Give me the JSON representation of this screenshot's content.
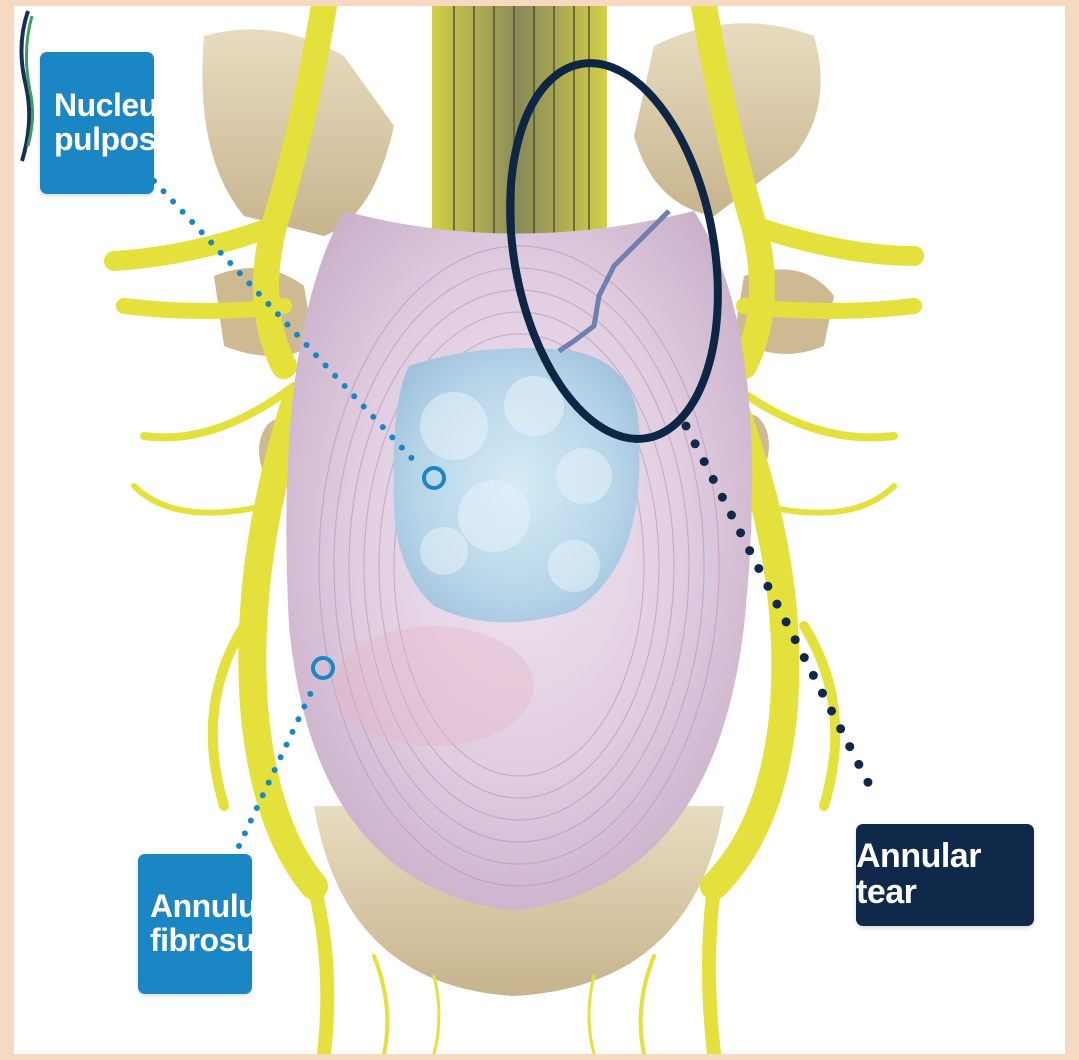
{
  "labels": {
    "nucleus": {
      "line1": "Nucleus",
      "line2": "pulposus"
    },
    "annulus": {
      "line1": "Annulus",
      "line2": "fibrosus"
    },
    "tear": {
      "text": "Annular tear"
    }
  },
  "colors": {
    "label_blue": "#1a87c4",
    "label_navy": "#10294a",
    "nerve_yellow": "#e6e33a",
    "disc_pink": "#dcc7dc",
    "nucleus_blue": "#bcd8ea",
    "bone": "#d8c7a4"
  },
  "icons": {
    "logo": "spine-logo-icon"
  }
}
